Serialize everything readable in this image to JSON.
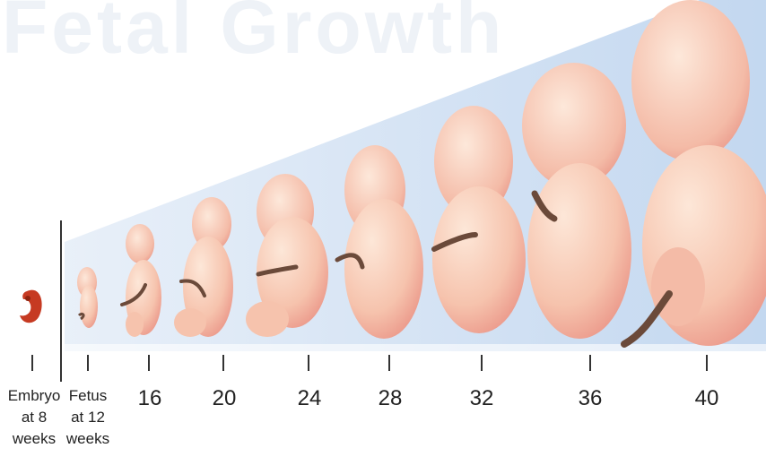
{
  "banner": {
    "text": "Fetal Growth"
  },
  "stages": [
    {
      "id": "embryo-8",
      "line1": "Embryo",
      "line2": "at 8",
      "line3": "weeks"
    },
    {
      "id": "fetus-12",
      "line1": "Fetus",
      "line2": "at 12",
      "line3": "weeks"
    },
    {
      "id": "week-16",
      "label": "16"
    },
    {
      "id": "week-20",
      "label": "20"
    },
    {
      "id": "week-24",
      "label": "24"
    },
    {
      "id": "week-28",
      "label": "28"
    },
    {
      "id": "week-32",
      "label": "32"
    },
    {
      "id": "week-36",
      "label": "36"
    },
    {
      "id": "week-40",
      "label": "40"
    }
  ],
  "colors": {
    "embryo": "#c63a22",
    "skin_light": "#fbe0cf",
    "skin_dark": "#e98b7f",
    "cord": "#6b4a3a",
    "wedge": "#cfe0f3",
    "axis": "#333333"
  }
}
